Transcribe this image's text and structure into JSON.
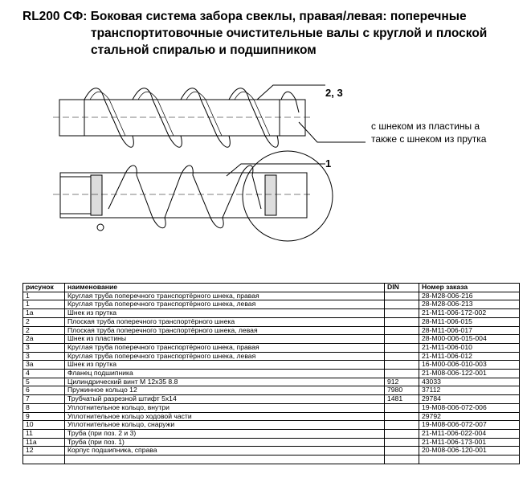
{
  "title": {
    "line1": "RL200 СФ: Боковая система забора свеклы, правая/левая: поперечные",
    "line2": "транспортитовочные очистительные валы с круглой и плоской",
    "line3": "стальной спиралью и подшипником"
  },
  "drawing": {
    "label_top": "2, 3",
    "label_bottom": "1",
    "note_line1": "с шнеком из пластины а",
    "note_line2": "также с шнеком из прутка"
  },
  "table": {
    "headers": [
      "рисунок",
      "наименование",
      "DIN",
      "Номер заказа"
    ],
    "rows": [
      [
        "1",
        "Круглая труба поперечного транспортёрного шнека, правая",
        "",
        "28-M28-006-216"
      ],
      [
        "1",
        "Круглая труба поперечного транспортёрного шнека, левая",
        "",
        "28-M28-006-213"
      ],
      [
        "1a",
        "Шнек из прутка",
        "",
        "21-M11-006-172-002"
      ],
      [
        "2",
        "Плоская труба поперечного транспортёрного шнека",
        "",
        "28-M11-006-015"
      ],
      [
        "2",
        "Плоская труба поперечного транспортёрного шнека, левая",
        "",
        "28-M11-006-017"
      ],
      [
        "2a",
        "Шнек из пластины",
        "",
        "28-M00-006-015-004"
      ],
      [
        "3",
        "Круглая труба поперечного транспортёрного шнека, правая",
        "",
        "21-M11-006-010"
      ],
      [
        "3",
        "Круглая труба поперечного транспортёрного шнека, левая",
        "",
        "21-M11-006-012"
      ],
      [
        "3a",
        "Шнек из прутка",
        "",
        "16-M00-006-010-003"
      ],
      [
        "4",
        "Фланец подшипника",
        "",
        "21-M08-006-122-001"
      ],
      [
        "5",
        "Цилиндрический винт M 12x35 8.8",
        "912",
        "43033"
      ],
      [
        "6",
        "Пружинное кольцо 12",
        "7980",
        "37112"
      ],
      [
        "7",
        "Трубчатый разрезной штифт 5x14",
        "1481",
        "29784"
      ],
      [
        "8",
        "Уплотнительное кольцо, внутри",
        "",
        "19-M08-006-072-006"
      ],
      [
        "9",
        "Уплотнительное кольцо ходовой части",
        "",
        "29792"
      ],
      [
        "10",
        "Уплотнительное кольцо, снаружи",
        "",
        "19-M08-006-072-007"
      ],
      [
        "11",
        "Труба (при поз. 2 и 3)",
        "",
        "21-M11-006-022-004"
      ],
      [
        "11a",
        "Труба (при поз. 1)",
        "",
        "21-M11-006-173-001"
      ],
      [
        "12",
        "Корпус подшипника, справа",
        "",
        "20-M08-006-120-001"
      ]
    ]
  }
}
